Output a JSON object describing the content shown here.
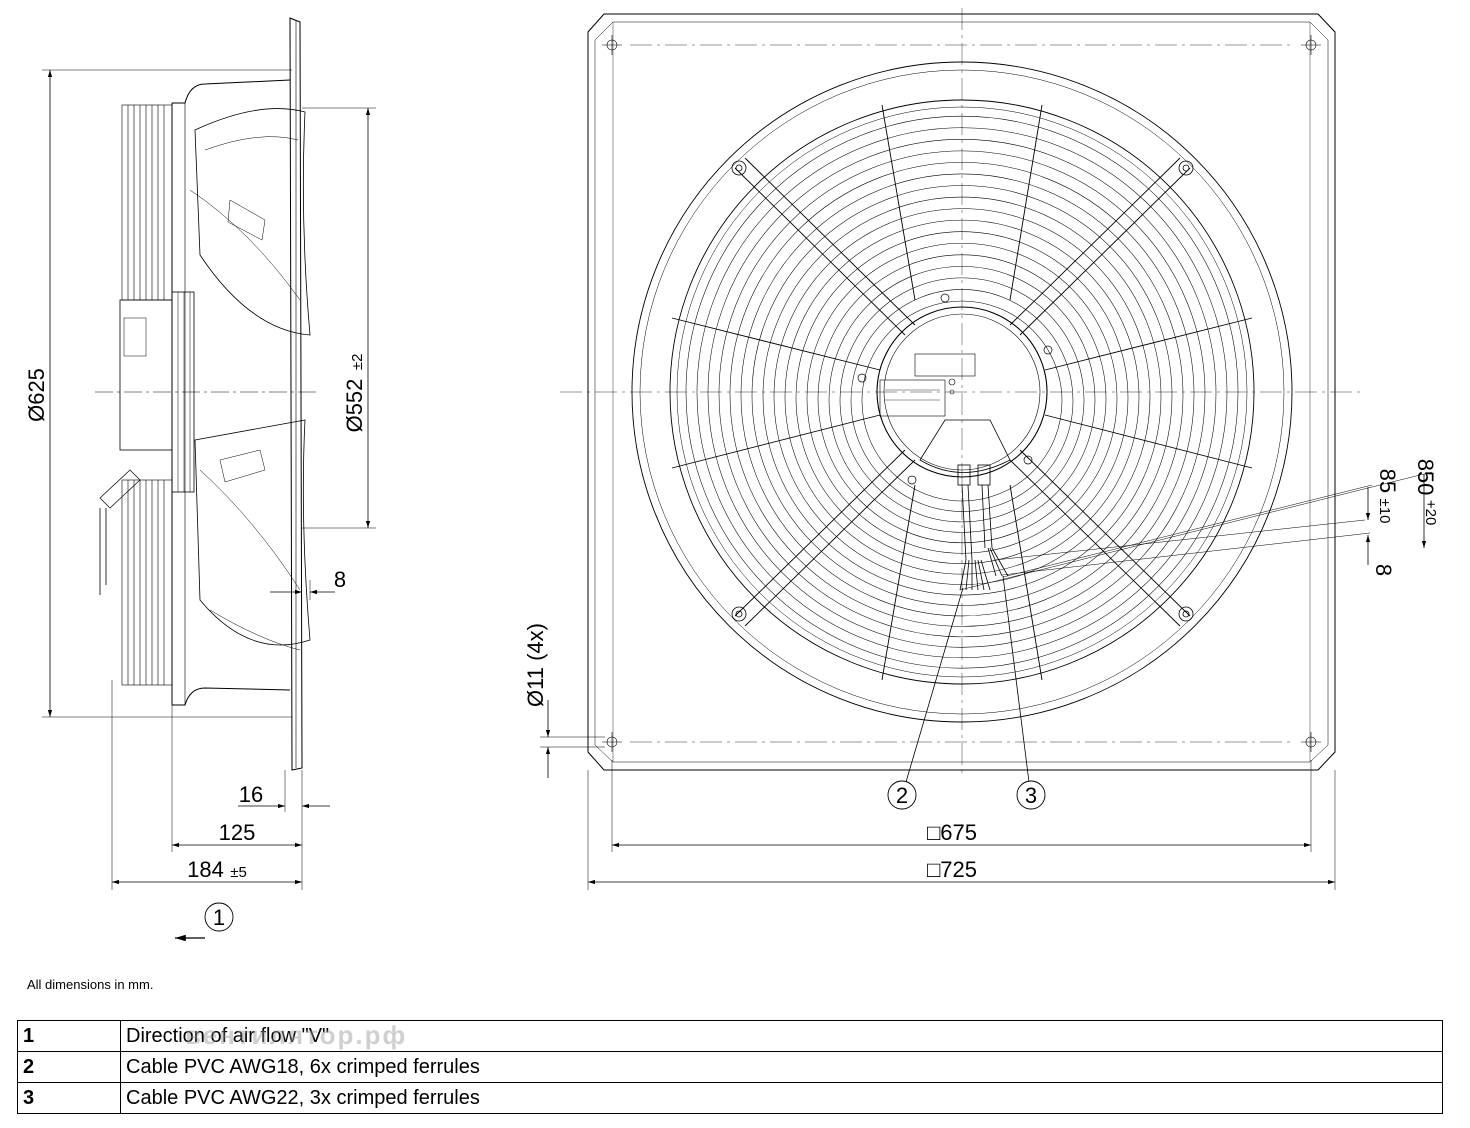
{
  "dimensions": {
    "d625": "Ø625",
    "d552": "Ø552",
    "d552_tol": "±2",
    "gap8_side": "8",
    "d16": "16",
    "d125": "125",
    "d184": "184",
    "d184_tol": "±5",
    "hole": "Ø11 (4x)",
    "sq675": "□675",
    "sq725": "□725",
    "cable850": "850",
    "cable850_tol": "+20",
    "strip85": "85",
    "strip85_tol": "±10",
    "ferrule8": "8"
  },
  "callouts": {
    "c1": "1",
    "c2": "2",
    "c3": "3"
  },
  "note": "All dimensions in mm.",
  "legend": [
    {
      "num": "1",
      "text": "Direction of air flow \"V\""
    },
    {
      "num": "2",
      "text": "Cable PVC AWG18, 6x crimped ferrules"
    },
    {
      "num": "3",
      "text": "Cable PVC AWG22, 3x crimped ferrules"
    }
  ],
  "watermark": "вентилятор.рф",
  "colors": {
    "line": "#000000",
    "thin": "#333333",
    "background": "#ffffff"
  }
}
